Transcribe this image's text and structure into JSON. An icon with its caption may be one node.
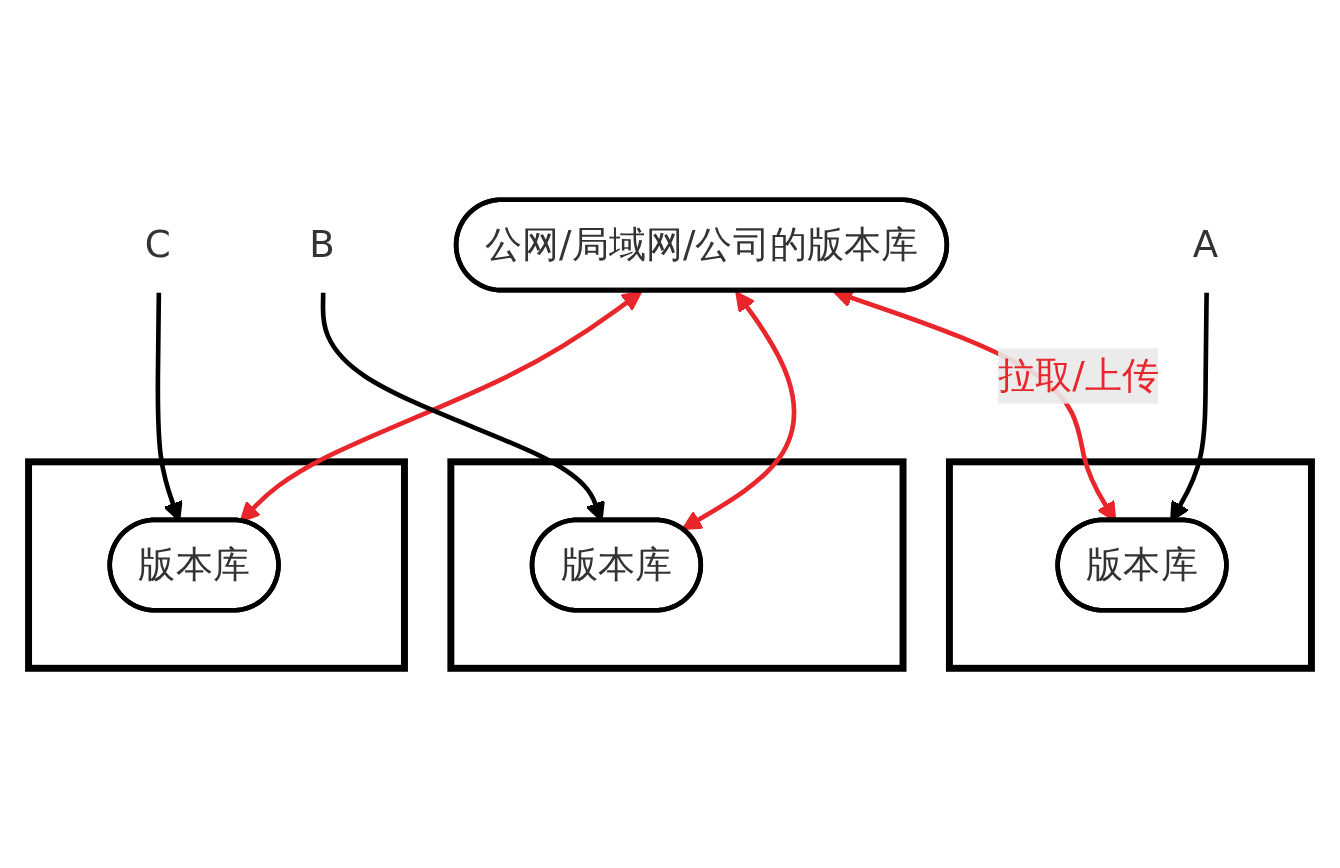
{
  "diagram": {
    "nodes": [
      {
        "text": [
          "公网/局域网/公司的版本库"
        ]
      },
      {
        "text": [],
        "shape": "box"
      },
      {
        "text": [
          "版本库"
        ],
        "in": 1
      },
      {
        "text": [],
        "shape": "box"
      },
      {
        "text": [
          "版本库"
        ],
        "in": 3
      },
      {
        "text": [],
        "shape": "box"
      },
      {
        "text": [
          "版本库"
        ],
        "in": 5
      },
      {
        "text": [
          "A"
        ]
      },
      {
        "text": [
          "B"
        ]
      },
      {
        "text": [
          "C"
        ]
      }
    ],
    "edges": [
      {
        "from": 0,
        "to": 2,
        "arrow": "both",
        "label": "拉取/上传",
        "color": "#e8262b"
      },
      {
        "from": 0,
        "to": 4,
        "arrow": "both",
        "color": "#e8262b"
      },
      {
        "from": 0,
        "to": 6,
        "arrow": "both",
        "color": "#e8262b"
      },
      {
        "from": 7,
        "to": 2,
        "arrow": "to",
        "color": "#000000"
      },
      {
        "from": 8,
        "to": 4,
        "arrow": "to",
        "color": "#000000"
      },
      {
        "from": 9,
        "to": 6,
        "arrow": "to",
        "color": "#000000"
      }
    ]
  }
}
